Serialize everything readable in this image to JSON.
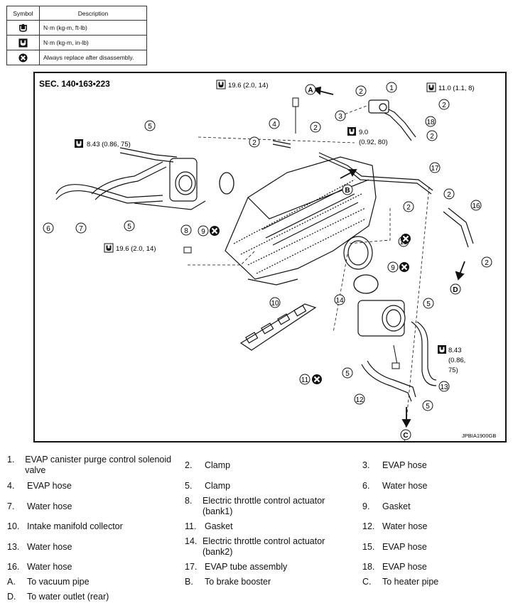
{
  "symbol_table": {
    "header_symbol": "Symbol",
    "header_description": "Description",
    "rows": [
      {
        "icon": "torque-wrench-icon",
        "description": "N·m (kg-m, ft-lb)"
      },
      {
        "icon": "torque-wrench-dark-icon",
        "description": "N·m (kg-m, in-lb)"
      },
      {
        "icon": "always-replace-icon",
        "description": "Always replace after disassembly."
      }
    ]
  },
  "diagram": {
    "section_label": "SEC. 140•163•223",
    "image_code": "JPBIA1900GB",
    "torque_labels": {
      "t1": "19.6 (2.0, 14)",
      "t2": "11.0 (1.1, 8)",
      "t3_line1": "9.0",
      "t3_line2": "(0.92, 80)",
      "t4": "8.43 (0.86, 75)",
      "t5": "19.6 (2.0, 14)",
      "t6_line1": "8.43",
      "t6_line2": "(0.86,",
      "t6_line3": "75)"
    },
    "callouts": [
      "1",
      "2",
      "3",
      "4",
      "5",
      "6",
      "7",
      "8",
      "9",
      "10",
      "11",
      "12",
      "13",
      "14",
      "15",
      "16",
      "17",
      "18"
    ],
    "letters": [
      "A",
      "B",
      "C",
      "D"
    ]
  },
  "parts": [
    [
      {
        "num": "1.",
        "label": "EVAP canister purge control solenoid valve"
      },
      {
        "num": "2.",
        "label": "Clamp"
      },
      {
        "num": "3.",
        "label": "EVAP hose"
      }
    ],
    [
      {
        "num": "4.",
        "label": "EVAP hose"
      },
      {
        "num": "5.",
        "label": "Clamp"
      },
      {
        "num": "6.",
        "label": "Water hose"
      }
    ],
    [
      {
        "num": "7.",
        "label": "Water hose"
      },
      {
        "num": "8.",
        "label": "Electric throttle control actuator (bank1)"
      },
      {
        "num": "9.",
        "label": "Gasket"
      }
    ],
    [
      {
        "num": "10.",
        "label": "Intake manifold collector"
      },
      {
        "num": "11.",
        "label": "Gasket"
      },
      {
        "num": "12.",
        "label": "Water hose"
      }
    ],
    [
      {
        "num": "13.",
        "label": "Water hose"
      },
      {
        "num": "14.",
        "label": "Electric throttle control actuator (bank2)"
      },
      {
        "num": "15.",
        "label": "EVAP hose"
      }
    ],
    [
      {
        "num": "16.",
        "label": "Water hose"
      },
      {
        "num": "17.",
        "label": "EVAP tube assembly"
      },
      {
        "num": "18.",
        "label": "EVAP hose"
      }
    ],
    [
      {
        "num": "A.",
        "label": "To vacuum pipe"
      },
      {
        "num": "B.",
        "label": "To brake booster"
      },
      {
        "num": "C.",
        "label": "To heater pipe"
      }
    ],
    [
      {
        "num": "D.",
        "label": "To water outlet (rear)"
      }
    ]
  ]
}
